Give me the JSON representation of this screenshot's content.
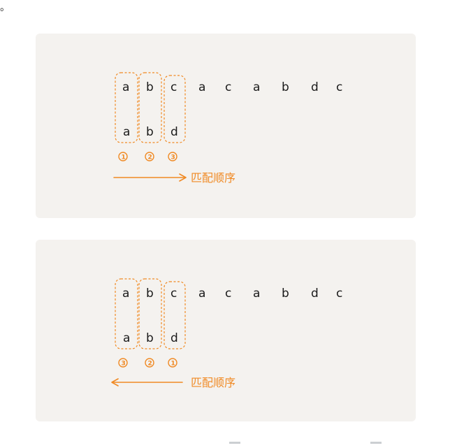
{
  "top_mark": "。",
  "diagrams": [
    {
      "main_chars": [
        "a",
        "b",
        "c",
        "a",
        "c",
        "a",
        "b",
        "d",
        "c"
      ],
      "pattern_chars": [
        "a",
        "b",
        "d"
      ],
      "numbers": [
        "1",
        "2",
        "3"
      ],
      "label": "匹配顺序",
      "arrow_direction": "right"
    },
    {
      "main_chars": [
        "a",
        "b",
        "c",
        "a",
        "c",
        "a",
        "b",
        "d",
        "c"
      ],
      "pattern_chars": [
        "a",
        "b",
        "d"
      ],
      "numbers": [
        "3",
        "2",
        "1"
      ],
      "label": "匹配顺序",
      "arrow_direction": "left"
    }
  ],
  "colors": {
    "accent": "#f08a24",
    "panel": "#f4f2ef",
    "text": "#1a1a1a"
  }
}
